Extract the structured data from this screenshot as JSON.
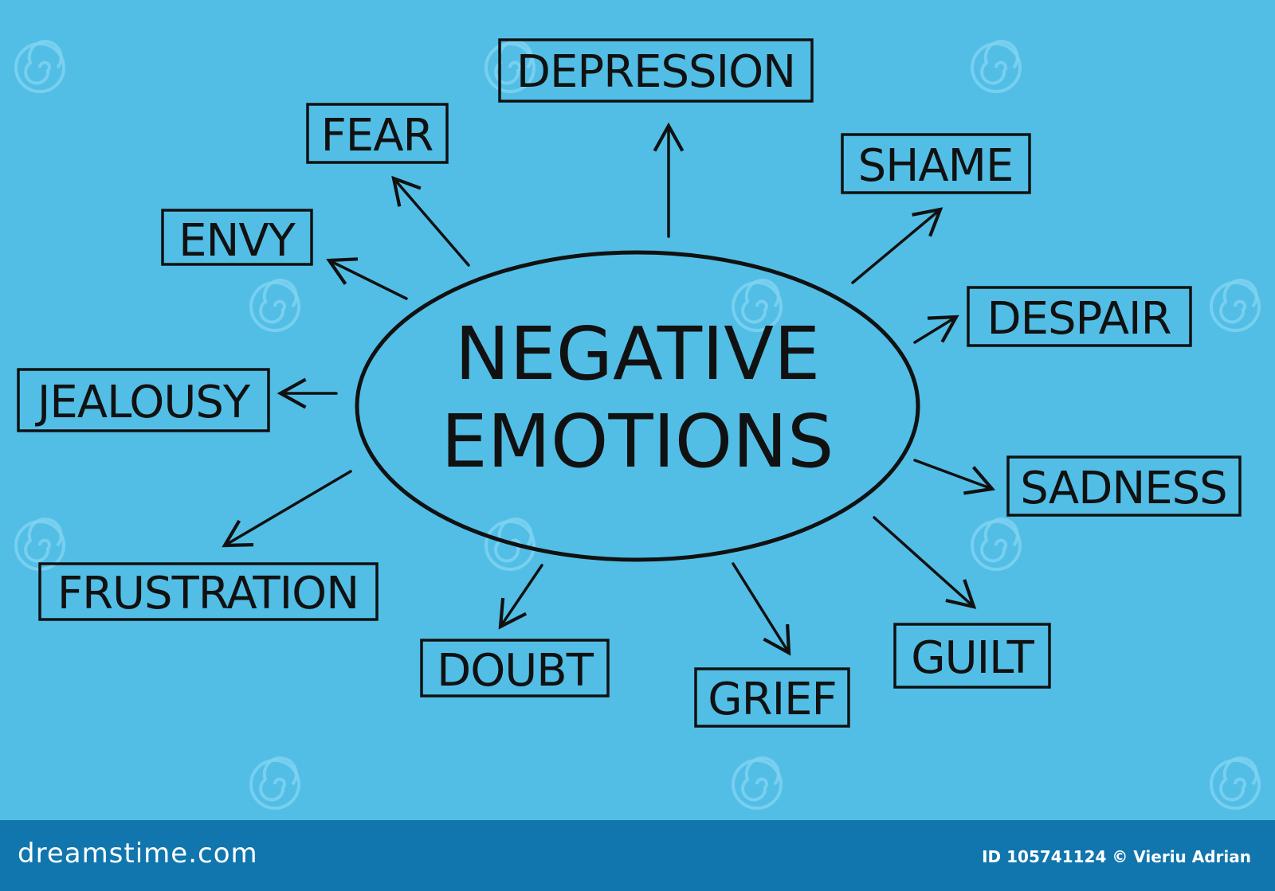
{
  "center_label": {
    "line1": "NEGATIVE",
    "line2": "EMOTIONS"
  },
  "nodes": [
    {
      "id": "depression",
      "label": "DEPRESSION"
    },
    {
      "id": "fear",
      "label": "FEAR"
    },
    {
      "id": "shame",
      "label": "SHAME"
    },
    {
      "id": "envy",
      "label": "ENVY"
    },
    {
      "id": "despair",
      "label": "DESPAIR"
    },
    {
      "id": "jealousy",
      "label": "JEALOUSY"
    },
    {
      "id": "sadness",
      "label": "SADNESS"
    },
    {
      "id": "frustration",
      "label": "FRUSTRATION"
    },
    {
      "id": "guilt",
      "label": "GUILT"
    },
    {
      "id": "doubt",
      "label": "DOUBT"
    },
    {
      "id": "grief",
      "label": "GRIEF"
    }
  ],
  "footer": {
    "logo": "dreamstime.com",
    "credit": "ID 105741124 © Vieriu Adrian"
  },
  "colors": {
    "background": "#52bee6",
    "ink": "#111111",
    "footer_bar": "#1076ad",
    "watermark": "#7fd2f0"
  },
  "icons": [
    "dreamstime-spiral-watermark-icon",
    "arrow-icon"
  ]
}
